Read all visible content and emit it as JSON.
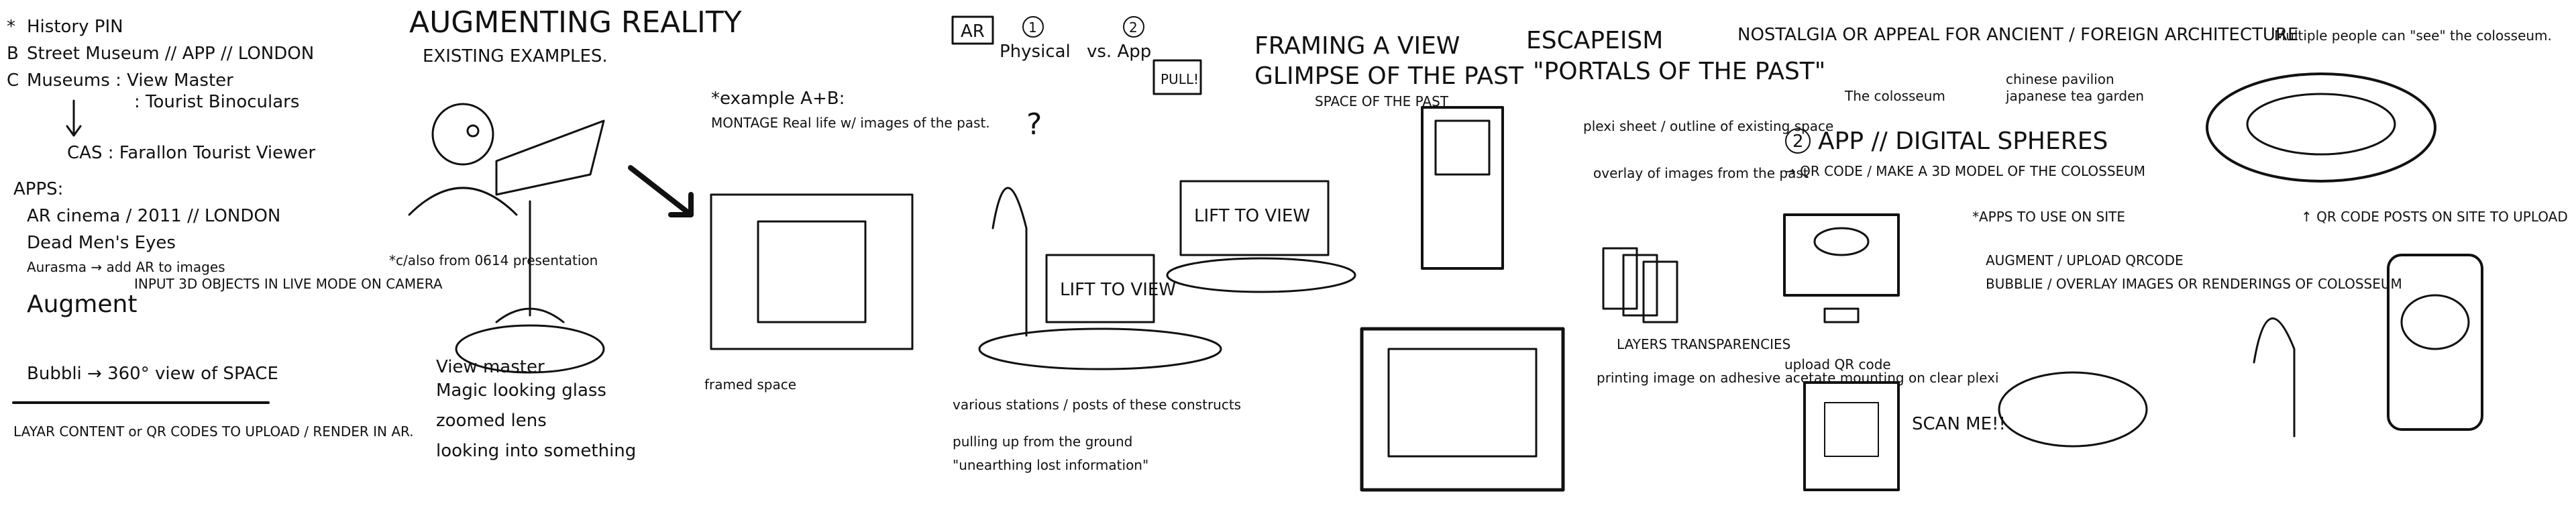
{
  "sketch": {
    "left": {
      "history_pin": "History PIN",
      "street_museum": "Street Museum // APP // LONDON",
      "museums": "Museums : View Master",
      "tourist_binoculars": ": Tourist Binoculars",
      "cas": "CAS : Farallon Tourist Viewer",
      "apps_header": "APPS:",
      "ar_cinema": "AR cinema / 2011 // LONDON",
      "dead_mens_eyes": "Dead Men's Eyes",
      "aurasma": "Aurasma → add AR to images",
      "augment": "Augment",
      "augment_detail": "INPUT 3D OBJECTS IN LIVE MODE ON CAMERA",
      "bubbli": "Bubbli → 360° view of SPACE",
      "layar": "LAYAR CONTENT or QR CODES TO UPLOAD / RENDER IN AR."
    },
    "augmenting": {
      "title": "AUGMENTING REALITY",
      "subtitle": "EXISTING EXAMPLES.",
      "example_ab": "*example A+B:",
      "montage": "MONTAGE Real life w/ images of the past.",
      "c_also": "*c/also from 0614 presentation",
      "list": [
        "View master",
        "Magic looking glass",
        "zoomed lens",
        "looking into something"
      ],
      "framed_space": "framed space"
    },
    "ar": {
      "label": "AR",
      "one": "1",
      "physical": "Physical",
      "vs_app": "vs. App",
      "two": "2",
      "pull": "PULL!",
      "lift_to_view": "LIFT TO VIEW",
      "various": "various stations / posts of these constructs",
      "pulling": "pulling up from the ground",
      "unearthing": "\"unearthing lost information\""
    },
    "framing": {
      "framing_a_view": "FRAMING A VIEW",
      "glimpse": "GLIMPSE OF THE PAST",
      "space_of_past": "SPACE OF THE PAST",
      "escapeism": "ESCAPEISM",
      "portals": "\"PORTALS OF THE PAST\"",
      "nostalgia": "NOSTALGIA OR APPEAL FOR ANCIENT / FOREIGN ARCHITECTURE",
      "the_colosseum": "The colosseum",
      "chinese_pavilion": "chinese pavilion",
      "japanese_tea_garden": "japanese tea garden",
      "plexi_sheet": "plexi sheet / outline of existing space",
      "overlay": "overlay of images from the past",
      "layers": "LAYERS TRANSPARENCIES",
      "printing": "printing image on adhesive acetate mounting on clear plexi"
    },
    "digital": {
      "app_title": "APP // DIGITAL SPHERES",
      "two": "2",
      "qr_code": "→ QR CODE / MAKE A 3D MODEL OF THE COLOSSEUM",
      "apps_to_use": "*APPS TO USE ON SITE",
      "augment": "AUGMENT / UPLOAD QRCODE",
      "bubblie": "BUBBLIE / OVERLAY IMAGES OR RENDERINGS OF COLOSSEUM",
      "upload_qr": "upload QR code",
      "scan_me": "SCAN ME!!",
      "multiple_people": "Multiple people can \"see\" the colosseum.",
      "qr_posts": "↑ QR CODE POSTS ON SITE TO UPLOAD"
    }
  }
}
